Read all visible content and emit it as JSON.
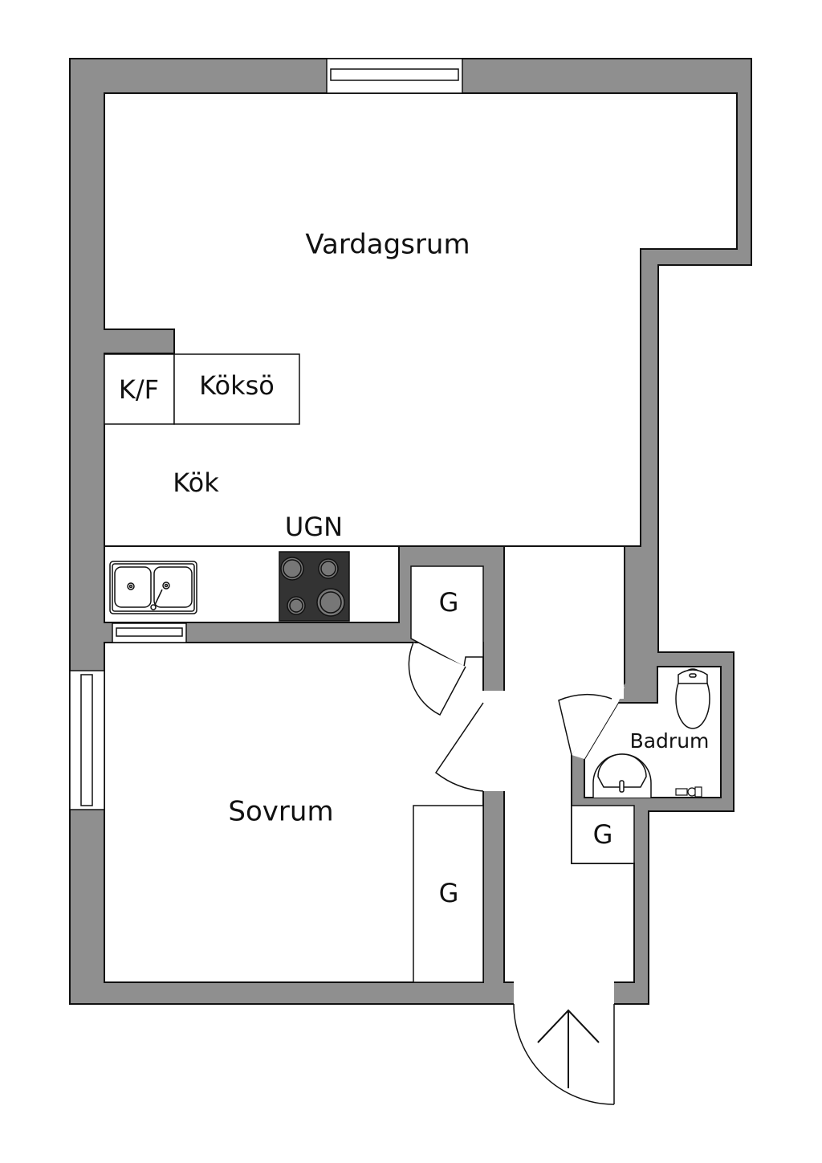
{
  "colors": {
    "wall": "#8f8f8f",
    "stove": "#333333",
    "burner": "#777777",
    "outline": "#111111"
  },
  "rooms": {
    "living": "Vardagsrum",
    "kitchen": "Kök",
    "bedroom": "Sovrum",
    "bathroom": "Badrum"
  },
  "fixtures": {
    "fridge_freezer": "K/F",
    "kitchen_island": "Köksö",
    "oven": "UGN",
    "closet_kitchen": "G",
    "closet_hall": "G",
    "closet_bedroom": "G"
  }
}
